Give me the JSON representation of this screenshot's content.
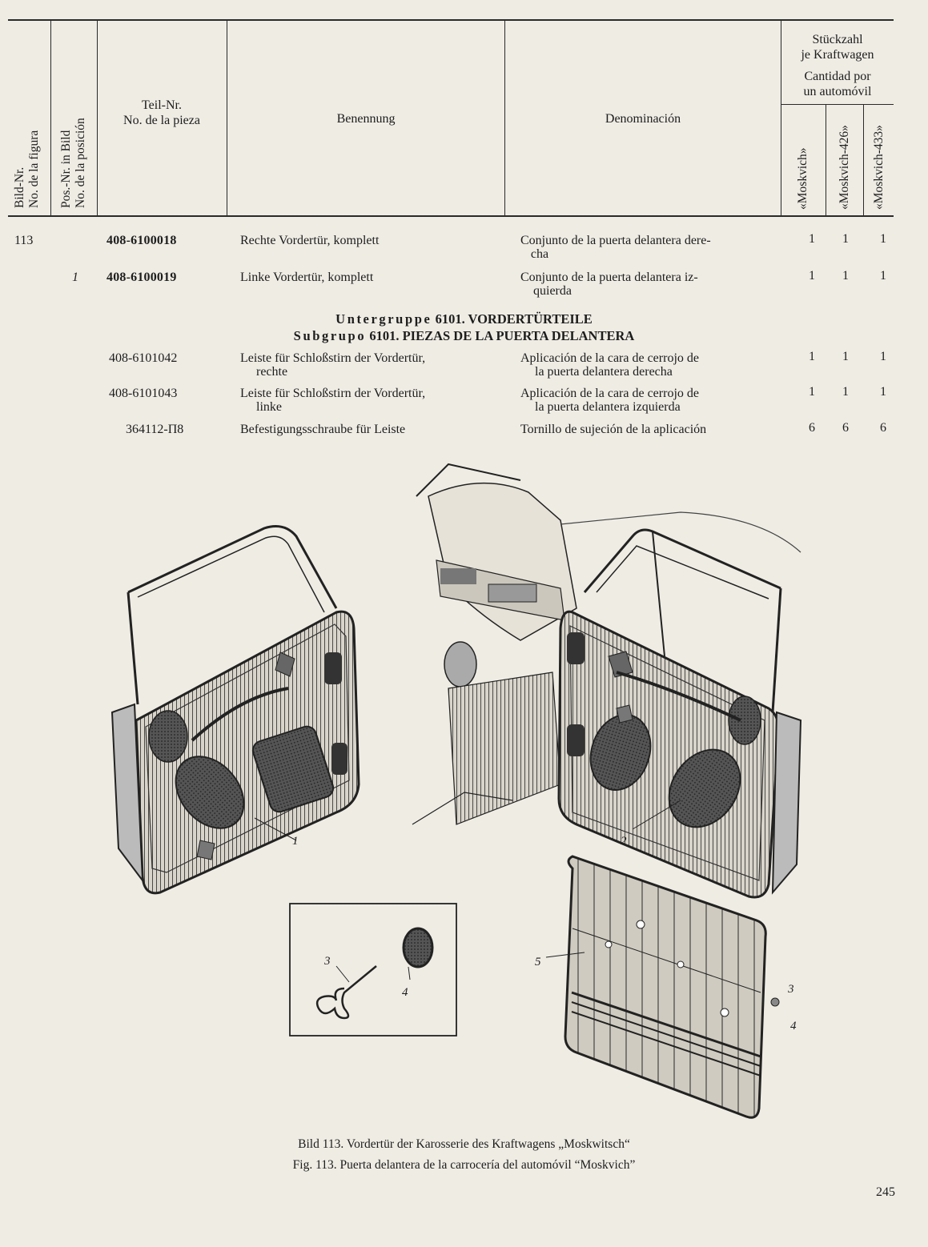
{
  "header": {
    "col_fig": [
      "Bild-Nr.",
      "No. de la figura"
    ],
    "col_pos": [
      "Pos.-Nr. in Bild",
      "No. de la posición"
    ],
    "col_part": [
      "Teil-Nr.",
      "No. de la pieza"
    ],
    "col_name_de": "Benennung",
    "col_name_es": "Denominación",
    "qty_de": [
      "Stückzahl",
      "je Kraftwagen"
    ],
    "qty_es": [
      "Cantidad por",
      "un automóvil"
    ],
    "models": [
      "«Moskvich»",
      "«Moskvich-426»",
      "«Moskvich-433»"
    ]
  },
  "rows": [
    {
      "fig": "113",
      "pos": "",
      "part": "408-6100018",
      "bold": true,
      "de": [
        "Rechte Vordertür, komplett"
      ],
      "es": [
        "Conjunto de la puerta delantera dere-",
        "cha"
      ],
      "qty": [
        "1",
        "1",
        "1"
      ]
    },
    {
      "fig": "",
      "pos": "1",
      "part": "408-6100019",
      "bold": true,
      "de": [
        "Linke Vordertür, komplett"
      ],
      "es": [
        "Conjunto de la puerta delantera iz-",
        "quierda"
      ],
      "qty": [
        "1",
        "1",
        "1"
      ]
    },
    {
      "fig": "",
      "pos": "",
      "part": "408-6101042",
      "bold": false,
      "de": [
        "Leiste für Schloßstirn der Vordertür,",
        "rechte"
      ],
      "es": [
        "Aplicación de la cara de cerrojo de",
        "la puerta delantera derecha"
      ],
      "qty": [
        "1",
        "1",
        "1"
      ]
    },
    {
      "fig": "",
      "pos": "",
      "part": "408-6101043",
      "bold": false,
      "de": [
        "Leiste für Schloßstirn der Vordertür,",
        "linke"
      ],
      "es": [
        "Aplicación de la cara de cerrojo de",
        "la puerta delantera izquierda"
      ],
      "qty": [
        "1",
        "1",
        "1"
      ]
    },
    {
      "fig": "",
      "pos": "",
      "part": "364112-П8",
      "bold": false,
      "de": [
        "Befestigungsschraube für Leiste"
      ],
      "es": [
        "Tornillo de sujeción de la aplicación"
      ],
      "qty": [
        "6",
        "6",
        "6"
      ]
    }
  ],
  "subgroup": {
    "de_prefix": "Untergruppe",
    "de_rest": " 6101. VORDERTÜRTEILE",
    "es_prefix": "Subgrupo",
    "es_rest": " 6101. PIEZAS DE LA PUERTA DELANTERA"
  },
  "figure": {
    "callouts": [
      "1",
      "2",
      "3",
      "4",
      "5",
      "3",
      "4"
    ]
  },
  "caption": {
    "de": "Bild 113. Vordertür der Karosserie des Kraftwagens „Moskwitsch“",
    "es": "Fig. 113. Puerta delantera de la carrocería del automóvil “Moskvich”"
  },
  "page_number": "245"
}
